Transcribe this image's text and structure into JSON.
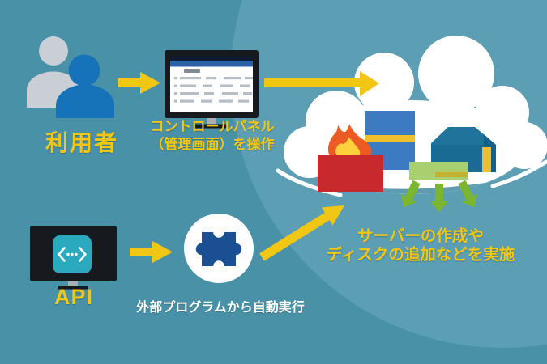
{
  "colors": {
    "bgDark": "#4891a7",
    "bgCircle": "#5c9eb3",
    "ground": "#5f9dae",
    "cloudWhite": "#ffffff",
    "accentYellow": "#f2c713",
    "textWhite": "#ffffff",
    "userBlue": "#1673b9",
    "userGray": "#c9cfd4",
    "monitorDark": "#16191d",
    "titlebarNavy": "#0f1b33",
    "titlebarBlue": "#2c61a8",
    "rowGray": "#b6bdc4",
    "chipGray": "#7f8a94",
    "standGray": "#a9b0b5",
    "apiTeal": "#2ba9bf",
    "puzzleNavy": "#1a4f93",
    "firewallRed": "#c8292d",
    "flameOrange": "#ec5b24",
    "flameYellow": "#fdd03c",
    "serverBlue": "#3c7ac1",
    "stripeYellow": "#efc02c",
    "whRoof": "#20749c",
    "whFront": "#1a6b93",
    "whSide": "#13608a",
    "whDoor": "#efbe2e",
    "lbGreen": "#a8cf70",
    "lbStripe": "#c4b231",
    "lbArrow": "#7cb62e"
  },
  "labels": {
    "user": "利用者",
    "panel_line1": "コントロールパネル",
    "panel_line2": "（管理画面）を操作",
    "api": "API",
    "api_caption": "外部プログラムから自動実行",
    "cloud_line1": "サーバーの作成や",
    "cloud_line2": "ディスクの追加などを実施"
  },
  "icons": {
    "user": "user-group-icon",
    "control_panel": "control-panel-monitor-icon",
    "api_monitor": "code-monitor-icon",
    "api_glyph": "<···>",
    "plugin": "puzzle-piece-icon",
    "cloud": "cloud-icon",
    "firewall": "firewall-flame-icon",
    "server": "server-box-icon",
    "storage": "storage-shed-icon",
    "load_balancer": "load-balancer-icon",
    "flow_arrow": "flow-arrow-icon"
  }
}
